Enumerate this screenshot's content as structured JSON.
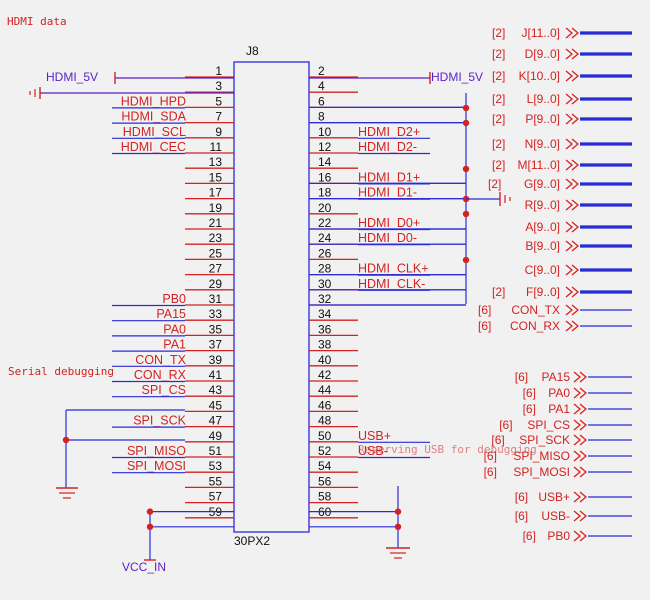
{
  "page_title": "HDMI data",
  "serial_note": "Serial debugging",
  "usb_note": "Reserving USB for debugging",
  "connector": {
    "ref": "J8",
    "value": "30PX2"
  },
  "power": {
    "hdmi5v_left": "HDMI_5V",
    "hdmi5v_right": "HDMI_5V",
    "vcc": "VCC_IN"
  },
  "left_pins": [
    "1",
    "3",
    "5",
    "7",
    "9",
    "11",
    "13",
    "15",
    "17",
    "19",
    "21",
    "23",
    "25",
    "27",
    "29",
    "31",
    "33",
    "35",
    "37",
    "39",
    "41",
    "43",
    "45",
    "47",
    "49",
    "51",
    "53",
    "55",
    "57",
    "59"
  ],
  "right_pins": [
    "2",
    "4",
    "6",
    "8",
    "10",
    "12",
    "14",
    "16",
    "18",
    "20",
    "22",
    "24",
    "26",
    "28",
    "30",
    "32",
    "34",
    "36",
    "38",
    "40",
    "42",
    "44",
    "46",
    "48",
    "50",
    "52",
    "54",
    "56",
    "58",
    "60"
  ],
  "left_nets": {
    "5": "HDMI_HPD",
    "7": "HDMI_SDA",
    "9": "HDMI_SCL",
    "11": "HDMI_CEC",
    "31": "PB0",
    "33": "PA15",
    "35": "PA0",
    "37": "PA1",
    "39": "CON_TX",
    "41": "CON_RX",
    "43": "SPI_CS",
    "47": "SPI_SCK",
    "51": "SPI_MISO",
    "53": "SPI_MOSI"
  },
  "right_nets": {
    "10": "HDMI_D2+",
    "12": "HDMI_D2-",
    "16": "HDMI_D1+",
    "18": "HDMI_D1-",
    "22": "HDMI_D0+",
    "24": "HDMI_D0-",
    "28": "HDMI_CLK+",
    "30": "HDMI_CLK-",
    "50": "USB+",
    "52": "USB-"
  },
  "ports_top": [
    {
      "tag": "[2]",
      "name": "J[11..0]"
    },
    {
      "tag": "[2]",
      "name": "D[9..0]"
    },
    {
      "tag": "[2]",
      "name": "K[10..0]"
    },
    {
      "tag": "[2]",
      "name": "L[9..0]"
    },
    {
      "tag": "[2]",
      "name": "P[9..0]"
    },
    {
      "tag": "[2]",
      "name": "N[9..0]"
    },
    {
      "tag": "[2]",
      "name": "M[11..0]"
    },
    {
      "tag": "[2]",
      "name": "G[9..0]"
    },
    {
      "tag": "",
      "name": "R[9..0]"
    },
    {
      "tag": "",
      "name": "A[9..0]"
    },
    {
      "tag": "",
      "name": "B[9..0]"
    },
    {
      "tag": "",
      "name": "C[9..0]"
    },
    {
      "tag": "[2]",
      "name": "F[9..0]"
    },
    {
      "tag": "[6]",
      "name": "CON_TX"
    },
    {
      "tag": "[6]",
      "name": "CON_RX"
    }
  ],
  "ports_bottom": [
    {
      "tag": "[6]",
      "name": "PA15"
    },
    {
      "tag": "[6]",
      "name": "PA0"
    },
    {
      "tag": "[6]",
      "name": "PA1"
    },
    {
      "tag": "[6]",
      "name": "SPI_CS"
    },
    {
      "tag": "[6]",
      "name": "SPI_SCK"
    },
    {
      "tag": "[6]",
      "name": "SPI_MISO"
    },
    {
      "tag": "[6]",
      "name": "SPI_MOSI"
    },
    {
      "tag": "[6]",
      "name": "USB+"
    },
    {
      "tag": "[6]",
      "name": "USB-"
    },
    {
      "tag": "[6]",
      "name": "PB0"
    }
  ]
}
